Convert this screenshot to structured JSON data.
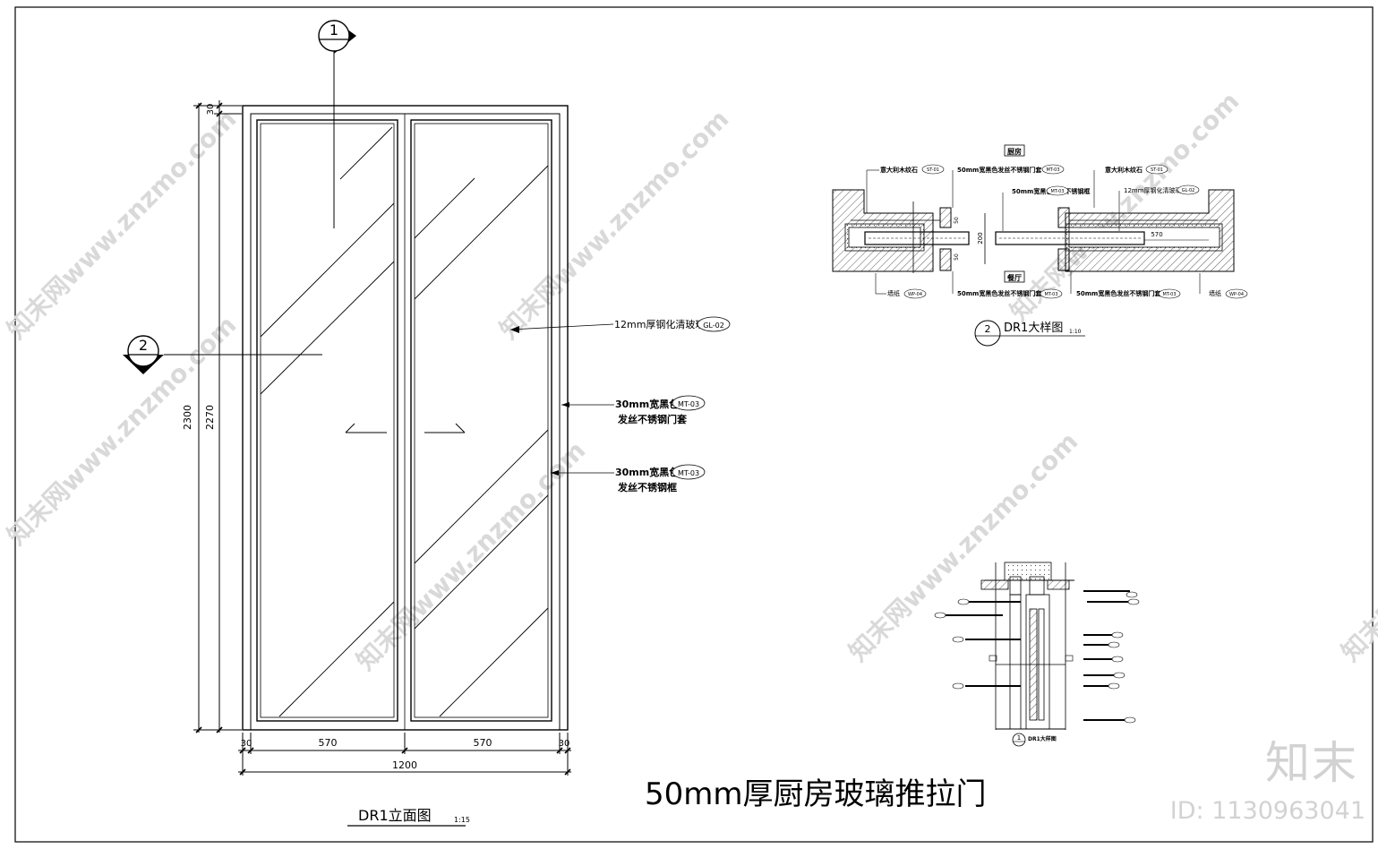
{
  "title": "50mm厚厨房玻璃推拉门",
  "elevation": {
    "caption": "DR1立面图",
    "scale": "1:15",
    "section_mark_1": "1",
    "section_mark_2": "2",
    "dim_total_height": "2300",
    "dim_inner_height": "2270",
    "dim_top": "30",
    "dim_left": "30",
    "dim_panel_left": "570",
    "dim_panel_right": "570",
    "dim_right": "30",
    "dim_total_width": "1200"
  },
  "callouts": [
    {
      "text": "12mm厚钢化清玻璃",
      "tag": "GL-02"
    },
    {
      "line1": "30mm宽黑色",
      "line2": "发丝不锈钢门套",
      "tag": "MT-03"
    },
    {
      "line1": "30mm宽黑色",
      "line2": "发丝不锈钢框",
      "tag": "MT-03"
    }
  ],
  "detail2": {
    "caption": "DR1大样图",
    "scale": "1:10",
    "mark": "2",
    "room_top": "厨房",
    "room_bottom": "餐厅",
    "dim_570": "570",
    "dim_200": "200",
    "dim_small_1": "50",
    "dim_small_2": "50",
    "labels": [
      {
        "text": "意大利木纹石",
        "tag": "ST-01"
      },
      {
        "text": "50mm宽黑色发丝不锈钢门套",
        "tag": "MT-03"
      },
      {
        "text": "50mm宽黑色发丝不锈钢框",
        "tag": "MT-03"
      },
      {
        "text": "意大利木纹石",
        "tag": "ST-01"
      },
      {
        "text": "12mm厚钢化清玻璃",
        "tag": "GL-02"
      },
      {
        "text": "墙纸",
        "tag": "WP-04"
      },
      {
        "text": "50mm宽黑色发丝不锈钢门套",
        "tag": "MT-03"
      },
      {
        "text": "50mm宽黑色发丝不锈钢门套",
        "tag": "MT-03"
      },
      {
        "text": "墙纸",
        "tag": "WP-04"
      }
    ]
  },
  "detail1": {
    "caption": "DR1大样图",
    "mark": "1"
  },
  "watermark": {
    "text": "知末网www.znzmo.com",
    "brand": "知末",
    "id": "ID: 1130963041"
  },
  "colors": {
    "line": "#000000",
    "hatch": "#444444",
    "watermark": "#d0d0d0"
  }
}
